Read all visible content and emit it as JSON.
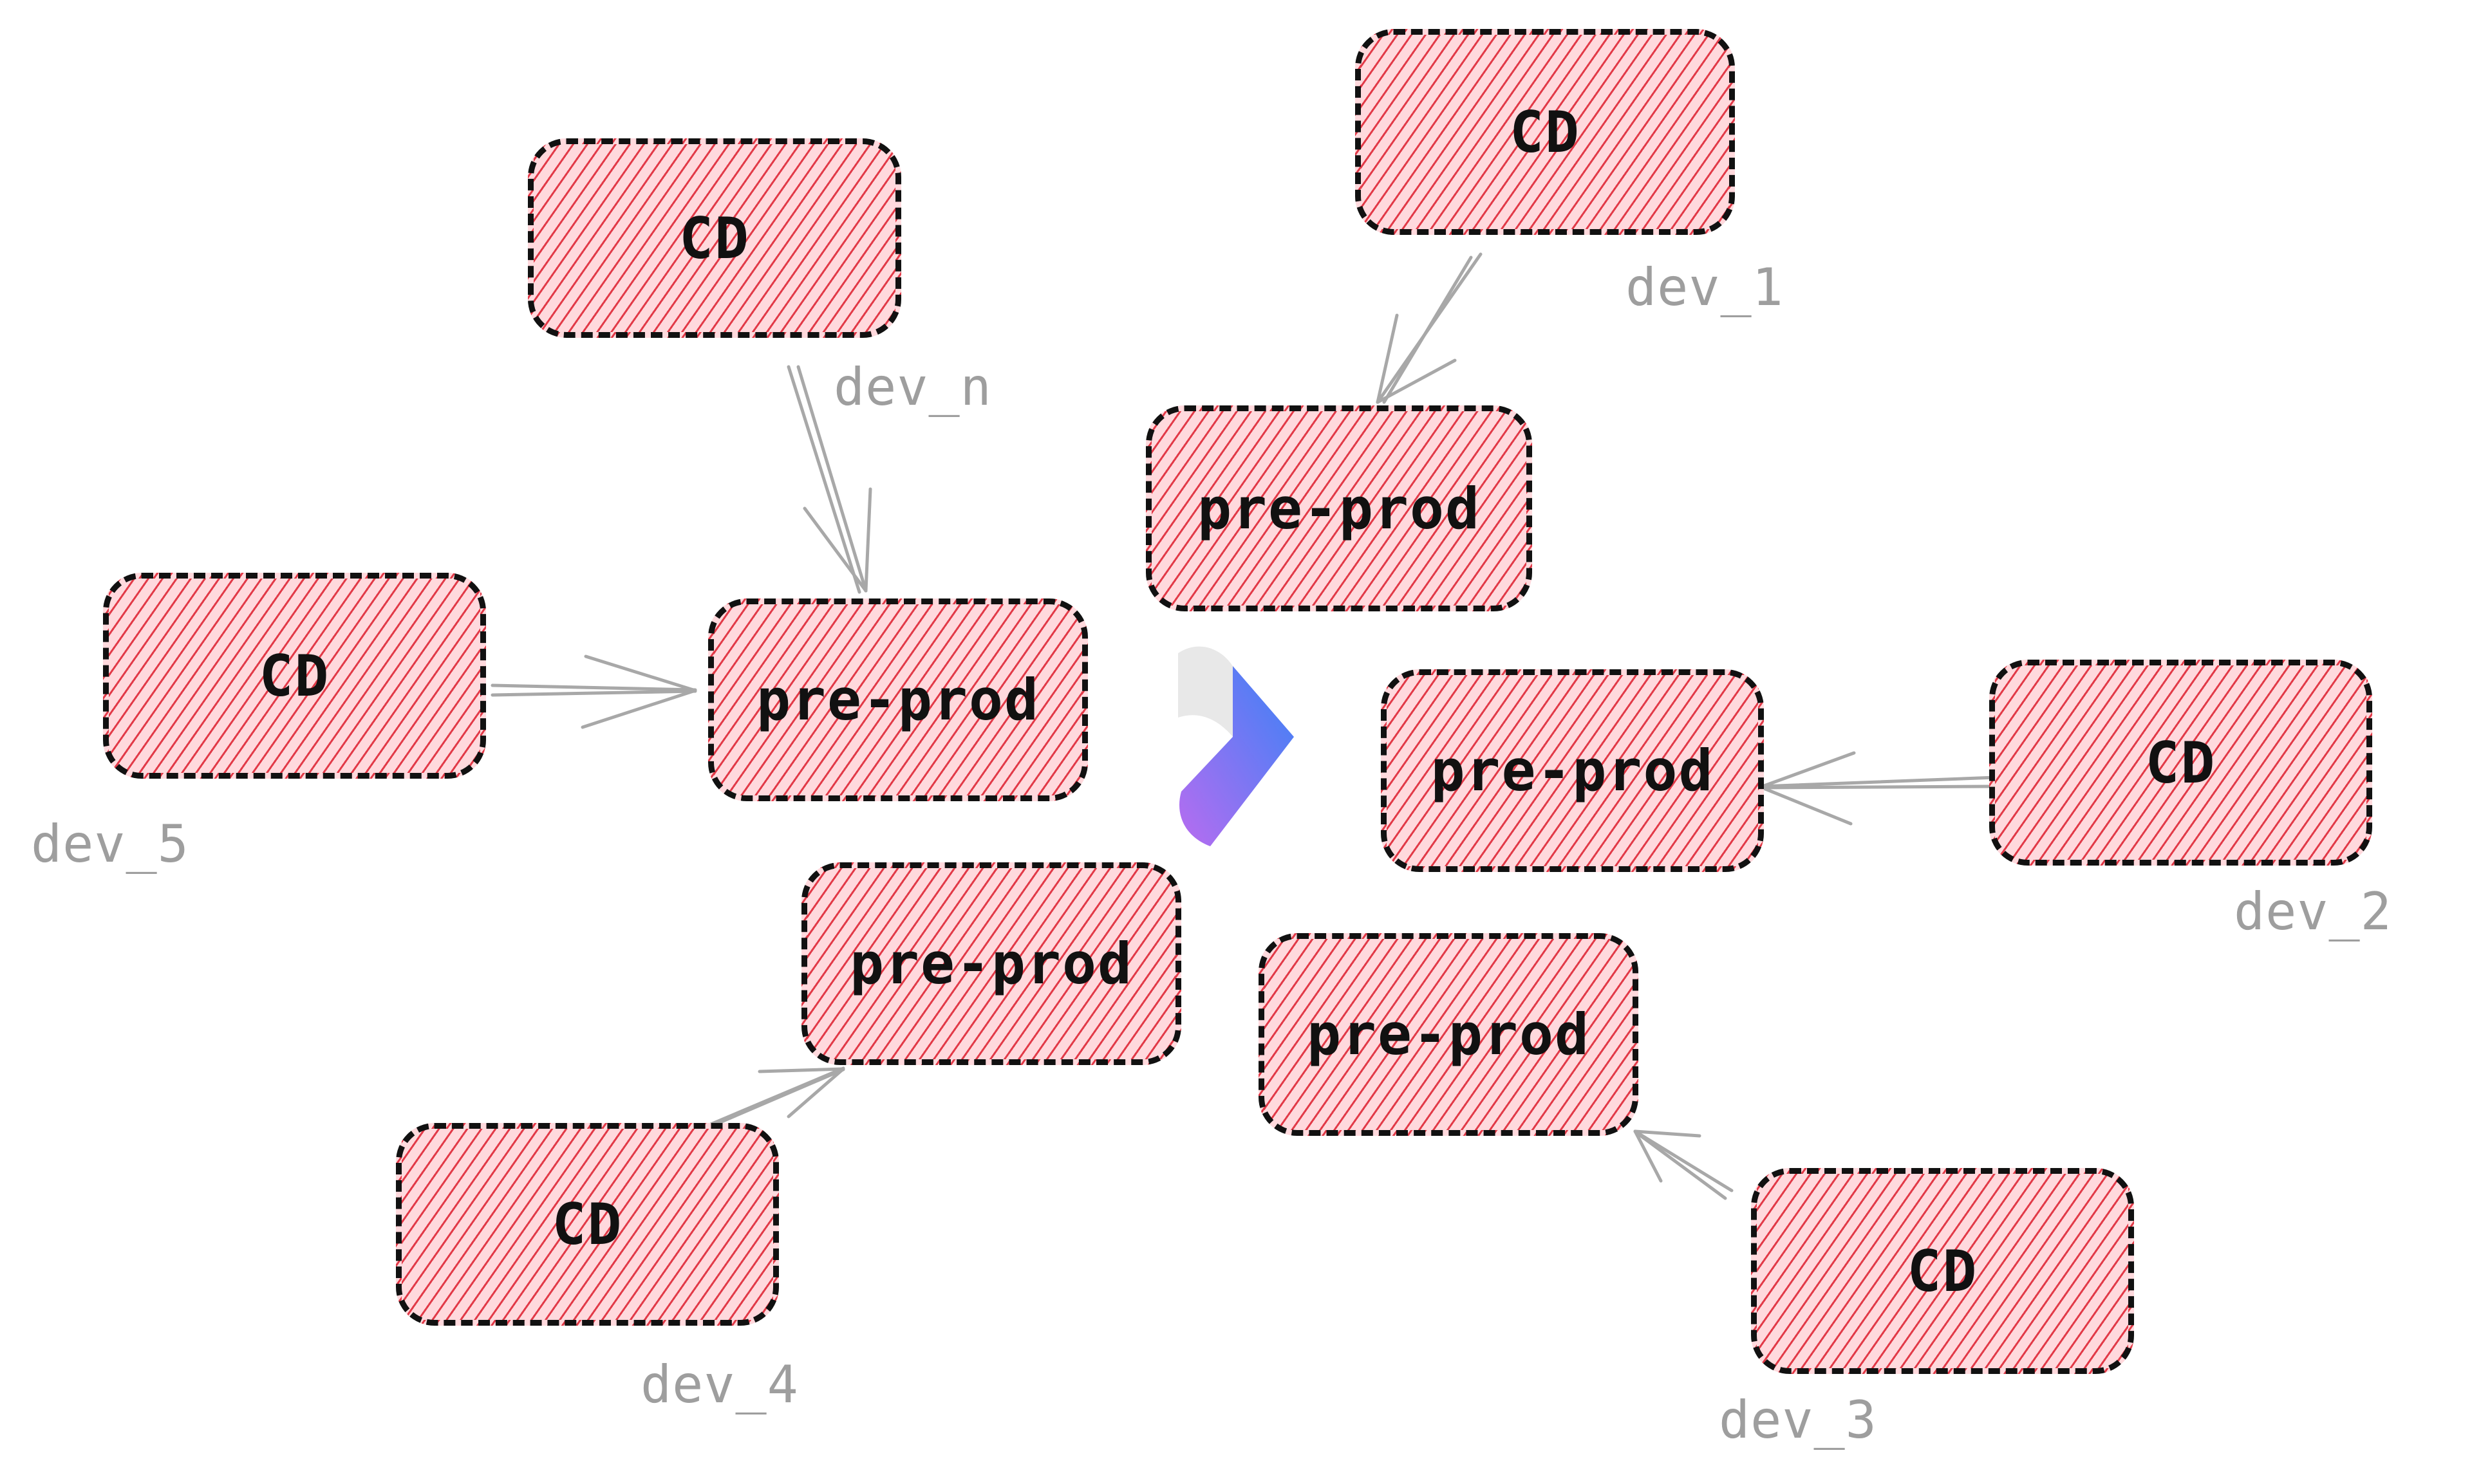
{
  "diagram": {
    "environments": [
      {
        "dev": "dev_n",
        "cd": "CD",
        "preprod": "pre-prod"
      },
      {
        "dev": "dev_1",
        "cd": "CD",
        "preprod": "pre-prod"
      },
      {
        "dev": "dev_5",
        "cd": "CD",
        "preprod": "pre-prod"
      },
      {
        "dev": "dev_2",
        "cd": "CD",
        "preprod": "pre-prod"
      },
      {
        "dev": "dev_4",
        "cd": "CD",
        "preprod": "pre-prod"
      },
      {
        "dev": "dev_3",
        "cd": "CD",
        "preprod": "pre-prod"
      }
    ],
    "edges": [
      {
        "from": "CD",
        "to": "pre-prod",
        "env": "dev_n"
      },
      {
        "from": "CD",
        "to": "pre-prod",
        "env": "dev_1"
      },
      {
        "from": "CD",
        "to": "pre-prod",
        "env": "dev_5"
      },
      {
        "from": "CD",
        "to": "pre-prod",
        "env": "dev_2"
      },
      {
        "from": "CD",
        "to": "pre-prod",
        "env": "dev_4"
      },
      {
        "from": "CD",
        "to": "pre-prod",
        "env": "dev_3"
      }
    ],
    "colors": {
      "fill_hatch": "#e03140",
      "border": "#111111",
      "label_text": "#111111",
      "dev_label": "#9e9e9e",
      "arrow": "#a8a8a8",
      "logo_top": "#e8e8e8",
      "logo_gradient_start": "#b86cf0",
      "logo_gradient_end": "#3b82f6"
    },
    "logo_icon": "brand-logo-icon"
  }
}
